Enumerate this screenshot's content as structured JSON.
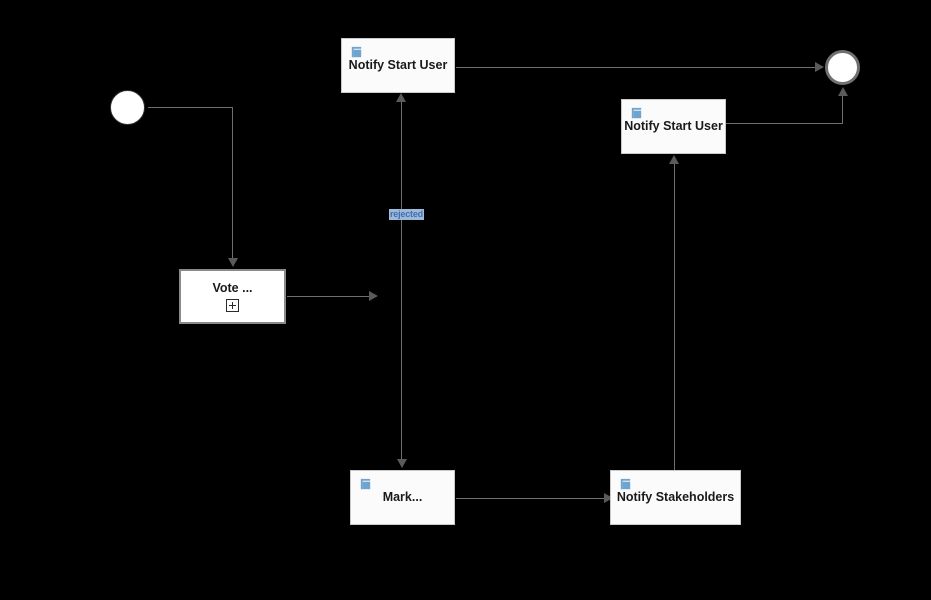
{
  "diagram": {
    "type": "bpmn-process",
    "background_color": "#000000",
    "edge_color": "#6e6e6e",
    "task_fill": "#fbfbfb",
    "task_border": "#c9c9c9",
    "icon_color": "#6fa4cf",
    "label_highlight_color": "#9fb9d8",
    "label_text_color": "#3f6fb5"
  },
  "events": {
    "start": {
      "name": "start-event",
      "label": ""
    },
    "end": {
      "name": "end-event",
      "label": ""
    }
  },
  "tasks": [
    {
      "id": "notify-start-user-top",
      "label": "Notify Start User",
      "icon": "script-task-icon",
      "selected": false
    },
    {
      "id": "notify-start-user-right",
      "label": "Notify Start User",
      "icon": "script-task-icon",
      "selected": false
    },
    {
      "id": "vote-subprocess",
      "label": "Vote ...",
      "icon": "subprocess-plus-icon",
      "selected": true
    },
    {
      "id": "mark-task",
      "label": "Mark...",
      "icon": "script-task-icon",
      "selected": false
    },
    {
      "id": "notify-stakeholders",
      "label": "Notify Stakeholders",
      "icon": "script-task-icon",
      "selected": false
    }
  ],
  "flows": [
    {
      "id": "flow-start-to-vote",
      "label": ""
    },
    {
      "id": "flow-vote-to-gateway",
      "label": ""
    },
    {
      "id": "flow-gateway-to-notify-top",
      "label": "rejected"
    },
    {
      "id": "flow-gateway-to-mark",
      "label": ""
    },
    {
      "id": "flow-notify-top-to-end",
      "label": ""
    },
    {
      "id": "flow-mark-to-stakeholders",
      "label": ""
    },
    {
      "id": "flow-stakeholders-to-notify-right",
      "label": ""
    },
    {
      "id": "flow-notify-right-to-end",
      "label": ""
    }
  ]
}
